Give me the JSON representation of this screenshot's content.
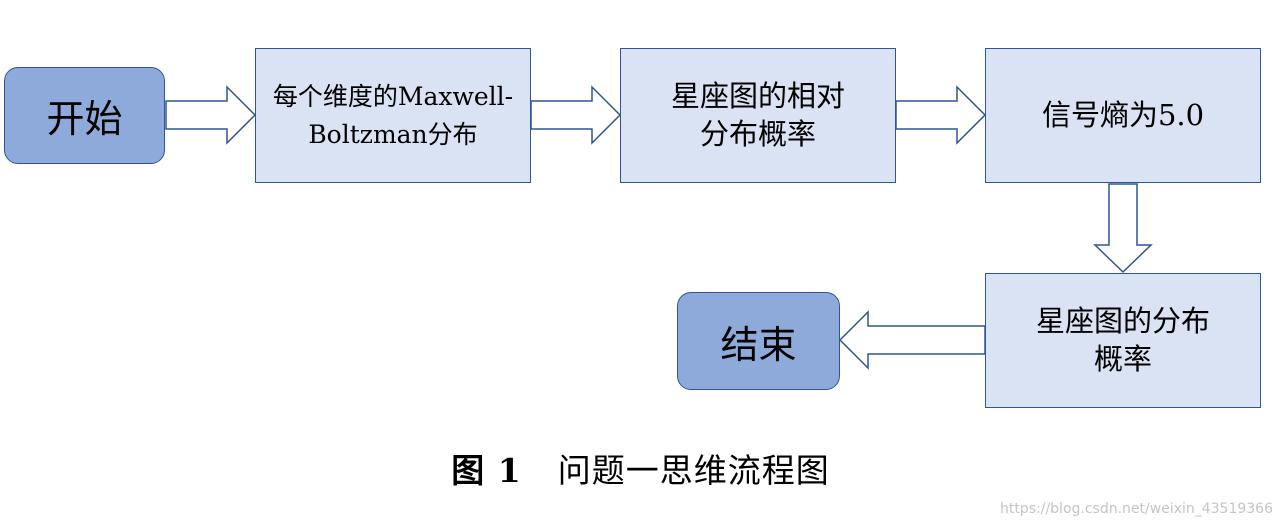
{
  "nodes": {
    "start": "开始",
    "step1_line1": "每个维度的Maxwell-",
    "step1_line2": "Boltzman分布",
    "step2_line1": "星座图的相对",
    "step2_line2": "分布概率",
    "step3": "信号熵为5.0",
    "step4_line1": "星座图的分布",
    "step4_line2": "概率",
    "end": "结束"
  },
  "caption": {
    "figure_number": "图 1",
    "title": "问题一思维流程图"
  },
  "watermark": "https://blog.csdn.net/weixin_43519366",
  "colors": {
    "terminal_fill": "#8eaadb",
    "process_fill": "#dae3f3",
    "stroke": "#2f5597"
  }
}
